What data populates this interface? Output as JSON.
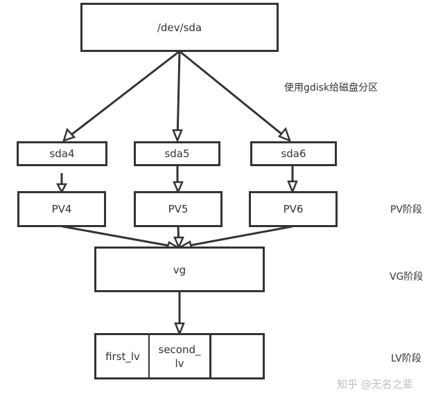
{
  "nodes": {
    "disk": "/dev/sda",
    "partitions": [
      "sda4",
      "sda5",
      "sda6"
    ],
    "pvs": [
      "PV4",
      "PV5",
      "PV6"
    ],
    "vg": "vg",
    "lvs": [
      "first_lv",
      "second_\nlv",
      ""
    ]
  },
  "annotations": {
    "partition_note": "使用gdisk给磁盘分区",
    "pv_stage": "PV阶段",
    "vg_stage": "VG阶段",
    "lv_stage": "LV阶段"
  },
  "watermark": "知乎 @无名之辈",
  "colors": {
    "stroke": "#333333",
    "text": "#333333",
    "watermark": "#bdbdbd"
  }
}
